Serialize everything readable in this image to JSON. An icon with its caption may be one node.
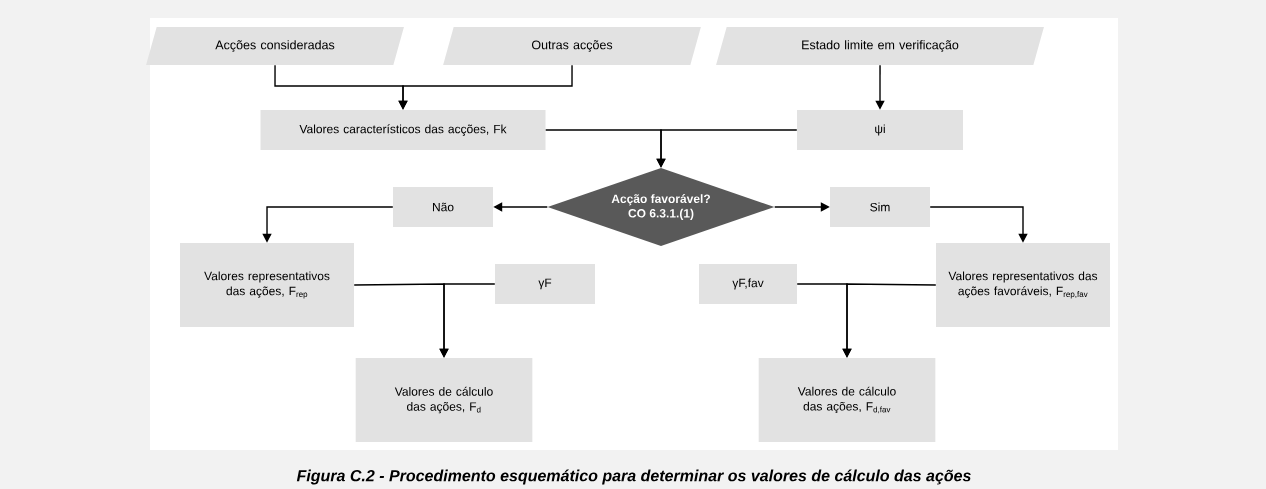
{
  "diagram": {
    "caption": "Figura C.2 - Procedimento esquemático para determinar os valores de cálculo das ações",
    "nodes": [
      {
        "text": [
          "Acções consideradas"
        ]
      },
      {
        "text": [
          "Outras acções"
        ]
      },
      {
        "text": [
          "Estado limite em verificação"
        ]
      },
      {
        "text": [
          "Valores característicos das acções, Fk"
        ]
      },
      {
        "text": [
          "ψi"
        ]
      },
      {
        "text": [
          "Acção favorável?",
          "CO 6.3.1.(1)"
        ]
      },
      {
        "text": [
          "Não"
        ]
      },
      {
        "text": [
          "Sim"
        ]
      },
      {
        "text": [
          "Valores representativos das ações, F$_{rep}$"
        ]
      },
      {
        "text": [
          "γF"
        ]
      },
      {
        "text": [
          "γF,fav"
        ]
      },
      {
        "text": [
          "Valores representativos das ações favoráveis, F$_{rep,fav}$"
        ]
      },
      {
        "text": [
          "Valores de cálculo das ações, F$_{d}$"
        ]
      },
      {
        "text": [
          "Valores de cálculo das ações, F$_{d,fav}$"
        ]
      }
    ],
    "edges": [
      {
        "from": 0,
        "to": 3,
        "arrow": "to"
      },
      {
        "from": 1,
        "to": 3,
        "arrow": "to"
      },
      {
        "from": 2,
        "to": 4,
        "arrow": "to"
      },
      {
        "from": 3,
        "to": 5,
        "arrow": "to"
      },
      {
        "from": 4,
        "to": 5,
        "arrow": "to"
      },
      {
        "from": 5,
        "to": 6,
        "arrow": "to"
      },
      {
        "from": 5,
        "to": 7,
        "arrow": "to"
      },
      {
        "from": 6,
        "to": 8,
        "arrow": "to"
      },
      {
        "from": 7,
        "to": 11,
        "arrow": "to"
      },
      {
        "from": 8,
        "to": 12,
        "arrow": "to"
      },
      {
        "from": 9,
        "to": 12,
        "arrow": "to"
      },
      {
        "from": 10,
        "to": 13,
        "arrow": "to"
      },
      {
        "from": 11,
        "to": 13,
        "arrow": "to"
      }
    ]
  }
}
